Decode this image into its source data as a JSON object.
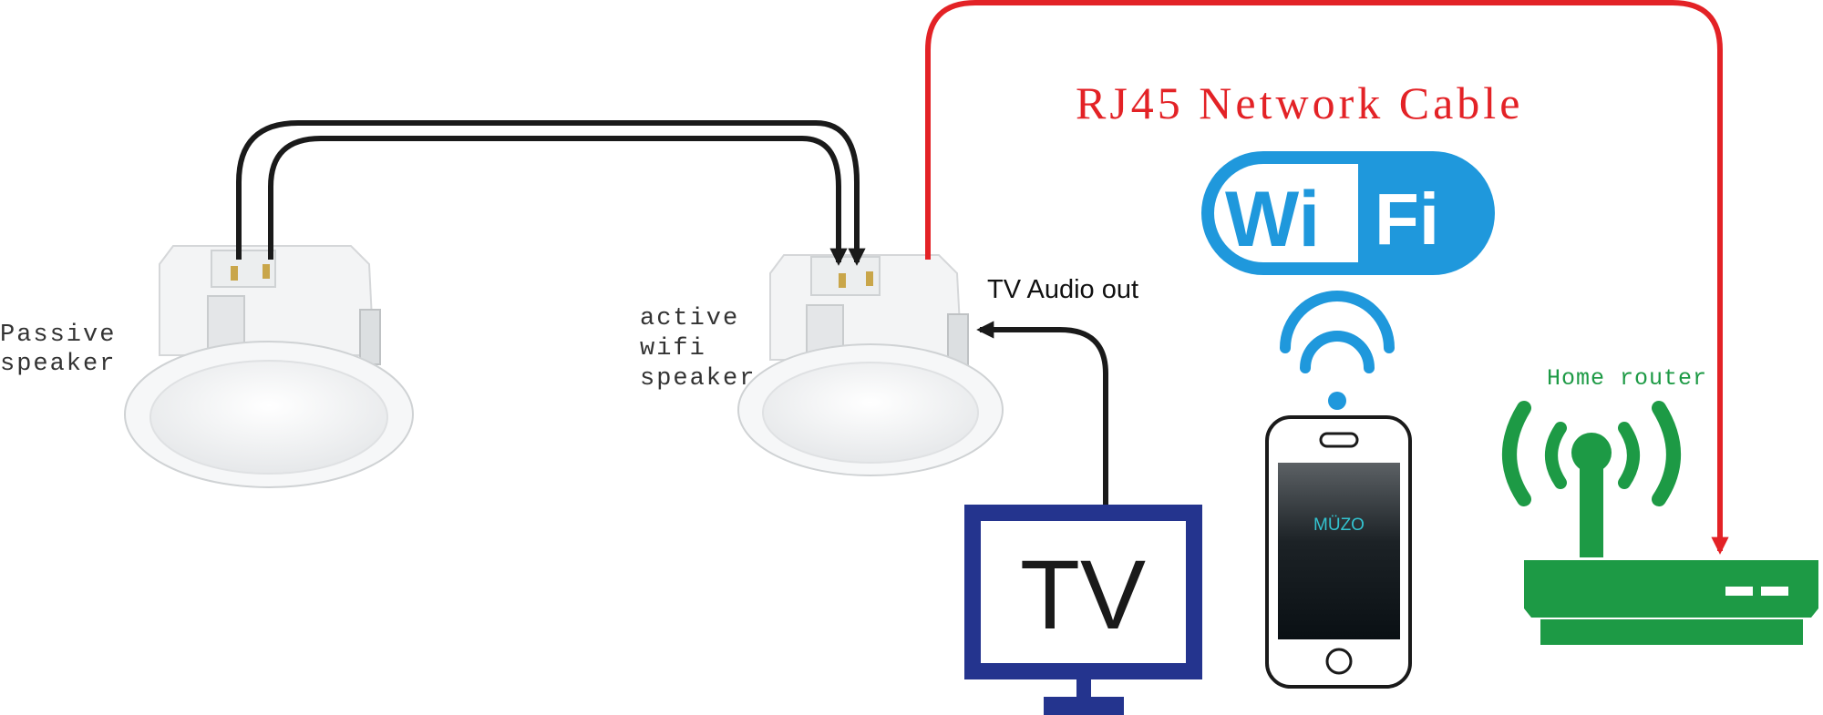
{
  "labels": {
    "passive_line1": "Passive",
    "passive_line2": "speaker",
    "active_line1": "active",
    "active_line2": "wifi",
    "active_line3": "speaker",
    "tv_audio": "TV Audio out",
    "rj45": "RJ45 Network Cable",
    "home_router": "Home router",
    "tv": "TV",
    "phone_app": "MÜZO"
  },
  "logo": {
    "part1": "Wi",
    "part2": "Fi"
  },
  "colors": {
    "network_cable": "#e32226",
    "speaker_wire": "#1a1a1a",
    "wifi_brand": "#1f98dc",
    "router": "#1d9a45",
    "tv_frame": "#24348e",
    "phone_screen_text": "#33c3d0"
  }
}
